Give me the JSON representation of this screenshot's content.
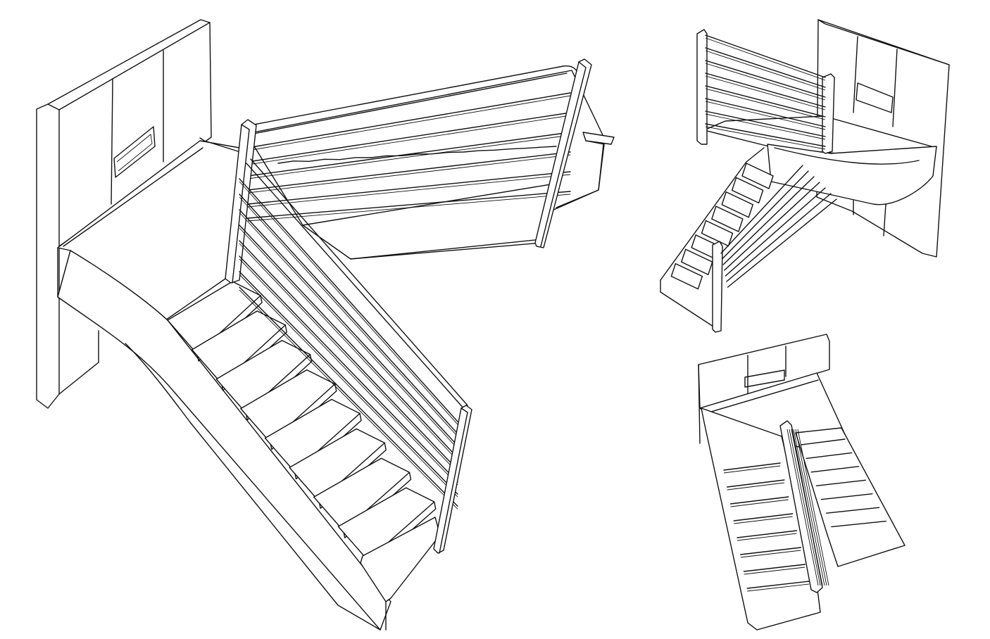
{
  "drawing": {
    "views": [
      {
        "id": "view-main"
      },
      {
        "id": "view-top-right"
      },
      {
        "id": "view-bottom-right"
      }
    ],
    "line_color": "#111111",
    "background_color": "#ffffff"
  }
}
